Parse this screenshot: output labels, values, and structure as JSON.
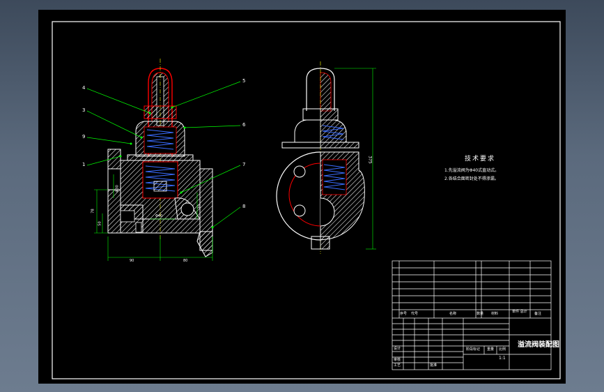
{
  "drawing": {
    "title": "溢流阀装配图",
    "scale": "1:1",
    "tech_req": {
      "title": "技术要求",
      "items": [
        "1.先溢流阀为Φ40式直动式。",
        "2.各结合面密封处不得渗漏。"
      ]
    },
    "balloons": [
      "4",
      "3",
      "9",
      "1",
      "5",
      "6",
      "7",
      "8"
    ],
    "dimensions": {
      "height_total": "375",
      "width_left": "90",
      "width_right": "80",
      "d_inner": "Φ40",
      "d_outer": "Φ30",
      "h_a": "78",
      "h_b": "50",
      "h_c": "30"
    },
    "title_block": {
      "header_no": "序号",
      "header_code": "代号",
      "header_name": "名称",
      "header_qty": "数量",
      "header_material": "材料",
      "header_weight": "单件 总计",
      "header_note": "备注",
      "design": "设计",
      "check": "审核",
      "process": "工艺",
      "approve": "批准",
      "stage_mark": "阶段标记",
      "weight": "重量",
      "ratio": "比例"
    }
  },
  "colors": {
    "background": "#000000",
    "line": "#ffffff",
    "part": "#ff0000",
    "leader": "#00ff00",
    "hatch": "#ffffff",
    "spring": "#0000ff",
    "center": "#ffff00"
  }
}
